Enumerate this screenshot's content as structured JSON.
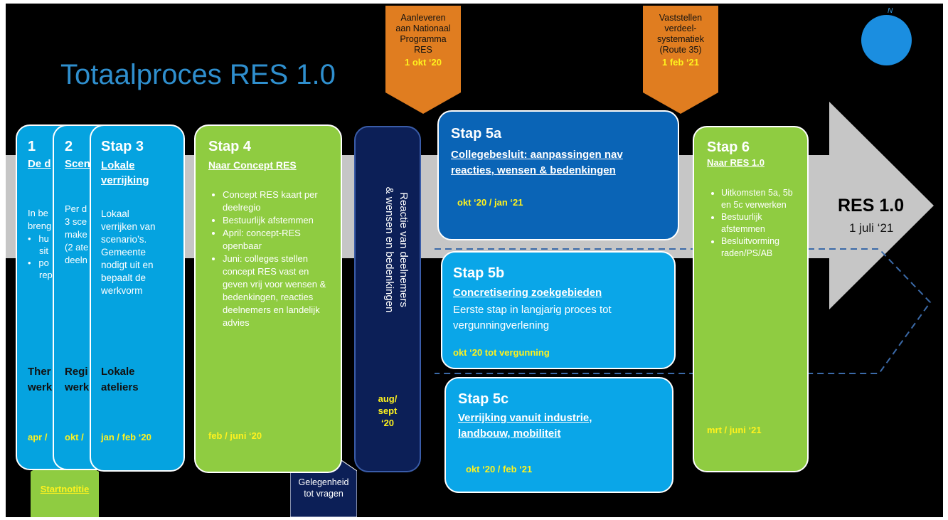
{
  "title": "Totaalproces RES 1.0",
  "compass_label": "N",
  "end": {
    "title": "RES 1.0",
    "date": "1 juli ‘21"
  },
  "callouts": {
    "top1": {
      "lines": [
        "Aanleveren",
        "aan Nationaal",
        "Programma",
        "RES"
      ],
      "date": "1 okt ‘20"
    },
    "top2": {
      "lines": [
        "Vaststellen",
        "verdeel-",
        "systematiek",
        "(Route 35)"
      ],
      "date": "1 feb ‘21"
    },
    "bottom_start": "Startnotitie",
    "bottom_q": [
      "Gelegenheid",
      "tot vragen"
    ]
  },
  "steps": {
    "s1": {
      "num": "1",
      "sub": "De d",
      "body": [
        "In be",
        "breng"
      ],
      "bullets": [
        "hu",
        "sit",
        "po",
        "rep"
      ],
      "bottom": [
        "Ther",
        "werk"
      ],
      "date": "apr /"
    },
    "s2": {
      "num": "2",
      "sub": "Scen",
      "body": [
        "Per d",
        "3 sce",
        "make",
        "(2 ate",
        "deeln"
      ],
      "bottom": [
        "Regi",
        "werk"
      ],
      "date": "okt /"
    },
    "s3": {
      "num": "Stap 3",
      "sub": [
        "Lokale",
        "verrijking"
      ],
      "body": [
        "Lokaal",
        "verrijken van",
        "scenario’s.",
        "Gemeente",
        "nodigt uit en",
        "bepaalt de",
        "werkvorm"
      ],
      "bottom": [
        "Lokale",
        "ateliers"
      ],
      "date": "jan / feb ‘20"
    },
    "s4": {
      "num": "Stap 4",
      "sub": "Naar Concept RES",
      "bullets": [
        "Concept RES kaart per deelregio",
        "Bestuurlijk afstemmen",
        "April: concept-RES openbaar",
        "Juni: colleges stellen concept RES vast en geven vrij voor wensen & bedenkingen, reacties deelnemers en landelijk advies"
      ],
      "date": "feb / juni ‘20"
    },
    "reactie": {
      "lines": [
        "Reactie van deelnemers",
        "& wensen en bedenkingen"
      ],
      "date": [
        "aug/",
        "sept",
        "‘20"
      ]
    },
    "s5a": {
      "num": "Stap 5a",
      "sub": [
        "Collegebesluit: aanpassingen nav",
        "reacties, wensen & bedenkingen"
      ],
      "date": "okt ‘20 / jan ‘21"
    },
    "s5b": {
      "num": "Stap 5b",
      "sub": "Concretisering zoekgebieden",
      "body": [
        "Eerste stap in langjarig proces tot",
        "vergunningverlening"
      ],
      "date": "okt ‘20 tot vergunning"
    },
    "s5c": {
      "num": "Stap 5c",
      "sub": [
        "Verrijking vanuit industrie,",
        "landbouw, mobiliteit"
      ],
      "date": "okt ‘20 / feb ‘21"
    },
    "s6": {
      "num": "Stap 6",
      "sub": "Naar RES 1.0",
      "bullets": [
        "Uitkomsten 5a, 5b en 5c verwerken",
        "Bestuurlijk afstemmen",
        "Besluitvorming raden/PS/AB"
      ],
      "date": "mrt / juni ‘21"
    }
  },
  "colors": {
    "background": "#000000",
    "blue": "#05a3e0",
    "green": "#8fcc41",
    "navy": "#0c1f57",
    "dark_blue": "#0a64b6",
    "orange": "#e07d20",
    "date_yellow": "#fff21e",
    "title_blue": "#2f8fce"
  }
}
